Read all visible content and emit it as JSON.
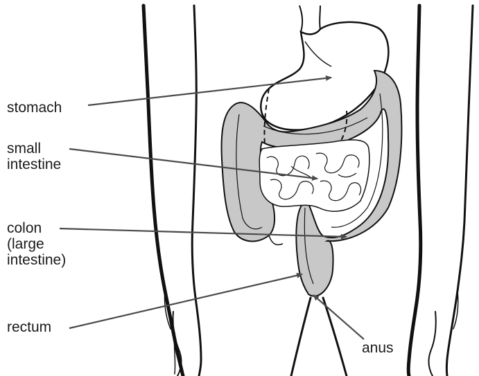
{
  "labels": {
    "stomach": "stomach",
    "small_intestine_1": "small",
    "small_intestine_2": "intestine",
    "colon_1": "colon",
    "colon_2": "(large",
    "colon_3": "intestine)",
    "rectum": "rectum",
    "anus": "anus"
  },
  "colors": {
    "organ_fill": "#c8c8c8",
    "outline": "#111111",
    "leader_line": "#4a4a4a"
  }
}
